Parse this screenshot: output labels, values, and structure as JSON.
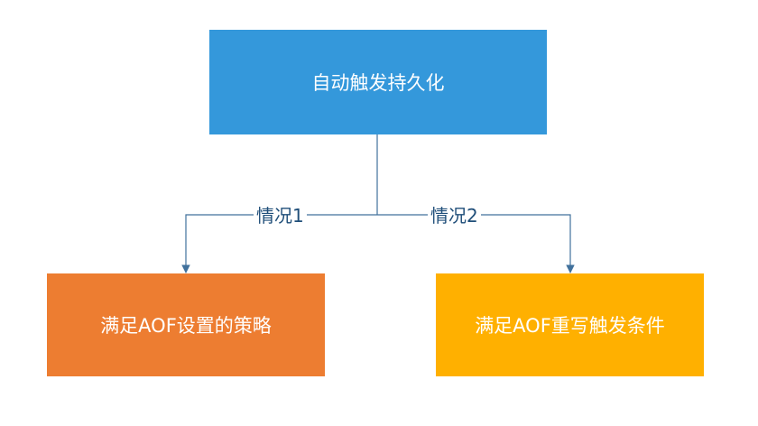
{
  "colors": {
    "root": "#3498db",
    "left": "#ed7d31",
    "right": "#ffb000",
    "line": "#41719c",
    "label_text": "#1f4e79"
  },
  "nodes": {
    "root": "自动触发持久化",
    "left": "满足AOF设置的策略",
    "right": "满足AOF重写触发条件"
  },
  "edges": {
    "left_label": "情况1",
    "right_label": "情况2"
  }
}
